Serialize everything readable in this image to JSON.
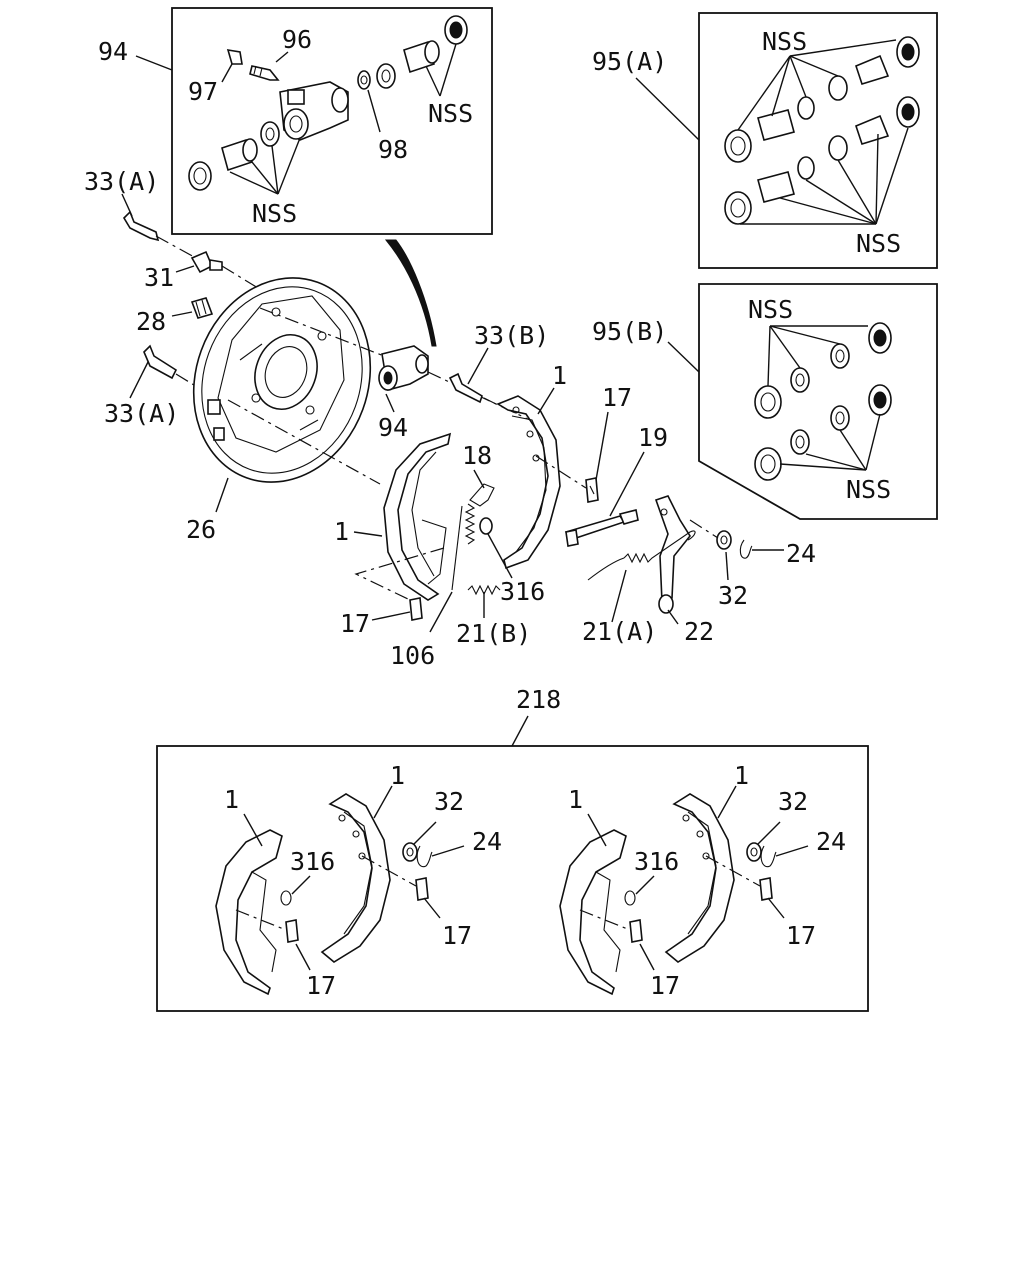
{
  "diagram": {
    "labels": {
      "l94_top": "94",
      "l96": "96",
      "l97": "97",
      "l98": "98",
      "nss_94_right": "NSS",
      "nss_94_bottom": "NSS",
      "l95a": "95(A)",
      "nss_95a_top": "NSS",
      "nss_95a_bottom": "NSS",
      "l95b": "95(B)",
      "nss_95b_top": "NSS",
      "nss_95b_bottom": "NSS",
      "l33a_top": "33(A)",
      "l31": "31",
      "l28": "28",
      "l33a_bottom": "33(A)",
      "l26": "26",
      "l94_mid": "94",
      "l33b": "33(B)",
      "l1_right": "1",
      "l17_right": "17",
      "l18": "18",
      "l19": "19",
      "l1_left": "1",
      "l316": "316",
      "l17_left": "17",
      "l106": "106",
      "l21b": "21(B)",
      "l21a": "21(A)",
      "l22": "22",
      "l32": "32",
      "l24": "24",
      "l218": "218",
      "kitA_1a": "1",
      "kitA_1b": "1",
      "kitA_32": "32",
      "kitA_24": "24",
      "kitA_316": "316",
      "kitA_17a": "17",
      "kitA_17b": "17",
      "kitB_1a": "1",
      "kitB_1b": "1",
      "kitB_32": "32",
      "kitB_24": "24",
      "kitB_316": "316",
      "kitB_17a": "17",
      "kitB_17b": "17"
    }
  }
}
